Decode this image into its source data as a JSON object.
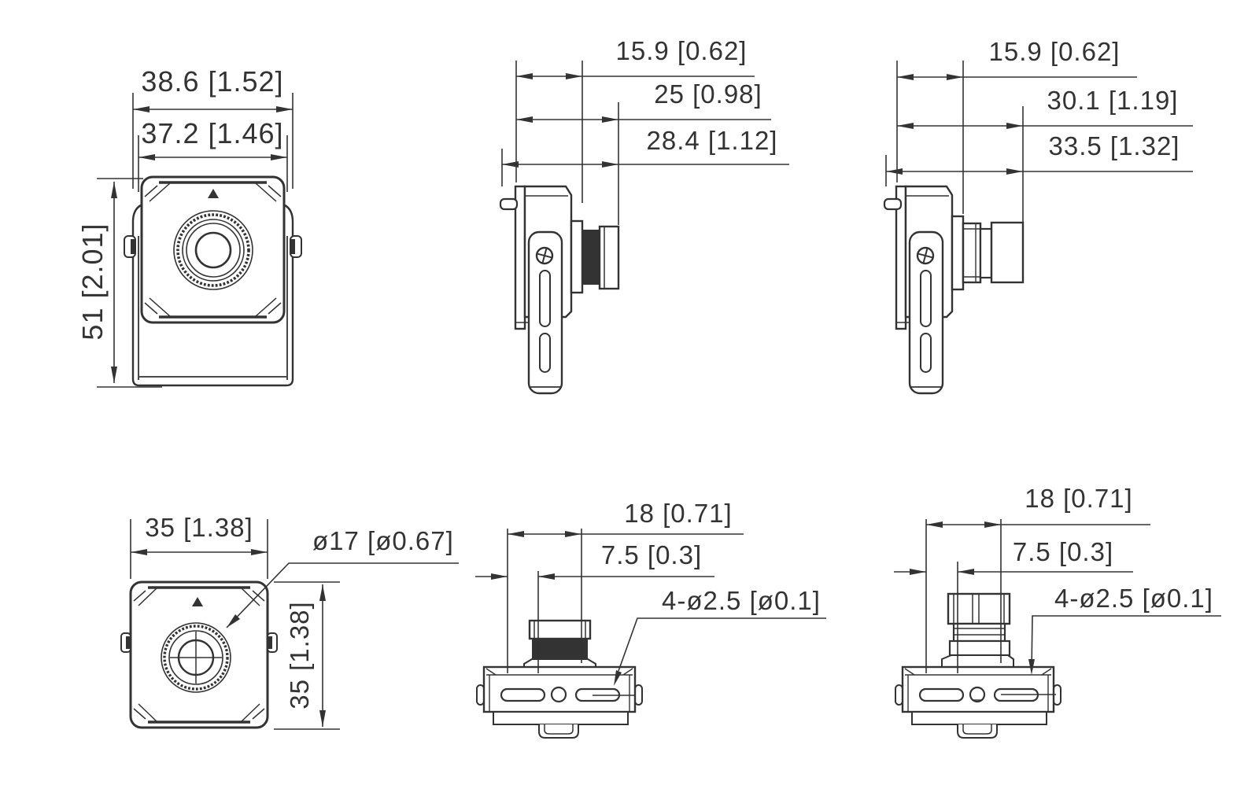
{
  "drawing": {
    "colors": {
      "line": "#333333",
      "background": "#ffffff"
    },
    "views": [
      {
        "name": "front-view-with-bracket",
        "dims": {
          "width_outer": "38.6 [1.52]",
          "width_inner": "37.2 [1.46]",
          "height": "51 [2.01]"
        }
      },
      {
        "name": "side-view-short-lens",
        "dims": {
          "body_depth": "15.9 [0.62]",
          "depth_to_lens": "25 [0.98]",
          "total_depth": "28.4 [1.12]"
        }
      },
      {
        "name": "side-view-long-lens",
        "dims": {
          "body_depth": "15.9 [0.62]",
          "depth_to_lens": "30.1 [1.19]",
          "total_depth": "33.5 [1.32]"
        }
      },
      {
        "name": "front-view-module",
        "dims": {
          "width": "35 [1.38]",
          "lens_diameter": "ø17 [ø0.67]",
          "height": "35 [1.38]"
        }
      },
      {
        "name": "top-view-short-lens",
        "dims": {
          "mount_width": "18 [0.71]",
          "hole_offset": "7.5 [0.3]",
          "mount_holes": "4-ø2.5 [ø0.1]"
        }
      },
      {
        "name": "top-view-long-lens",
        "dims": {
          "mount_width": "18 [0.71]",
          "hole_offset": "7.5 [0.3]",
          "mount_holes": "4-ø2.5 [ø0.1]"
        }
      }
    ]
  }
}
